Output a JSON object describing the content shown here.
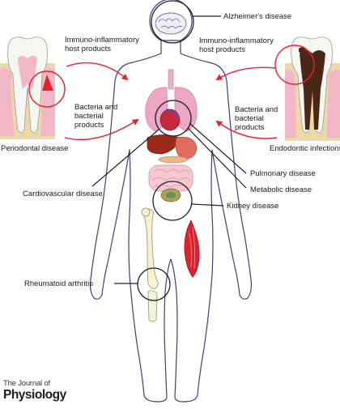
{
  "labels": {
    "alzheimers": "Alzheimer's disease",
    "immuno_left": "Immuno-inflammatory host products",
    "immuno_right": "Immuno-inflammatory host products",
    "bacteria_left": "Bacteria and bacterial products",
    "bacteria_right": "Bacteria and bacterial products",
    "periodontal": "Periodontal disease",
    "endodontic": "Endodontic infections",
    "pulmonary": "Pulmonary disease",
    "cardiovascular": "Cardiovascular disease",
    "metabolic": "Metabolic disease",
    "kidney": "Kidney disease",
    "rheumatoid": "Rheumatoid arthritis"
  },
  "journal": {
    "line1": "The Journal of",
    "line2": "Physiology"
  },
  "colors": {
    "arrow_red": "#e3232e",
    "body_outline": "#3c3f7a",
    "callout_line": "#1f1f2e",
    "gum_pink": "#f2b7c6",
    "bone_tan": "#ecd9a8",
    "decay_brown": "#4a2617"
  }
}
